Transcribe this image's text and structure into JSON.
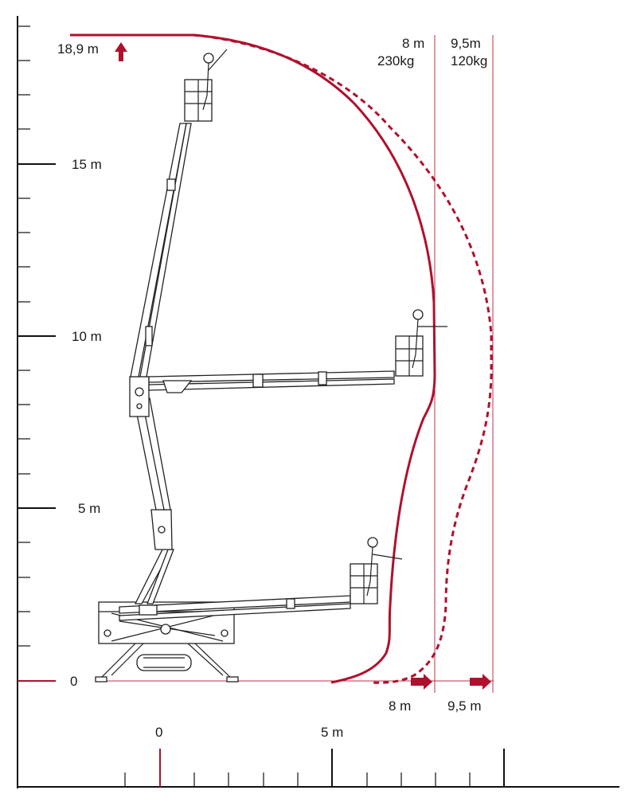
{
  "y_axis": {
    "top_label": "18,9 m",
    "labels": [
      "15 m",
      "10 m",
      "5 m",
      "0"
    ]
  },
  "x_axis": {
    "labels": [
      "0",
      "5 m"
    ]
  },
  "columns": {
    "col8": {
      "reach": "8 m",
      "load": "230kg",
      "bottom": "8 m"
    },
    "col95": {
      "reach": "9,5m",
      "load": "120kg",
      "bottom": "9,5 m"
    }
  },
  "colors": {
    "accent": "#b0102d",
    "line": "#111111"
  },
  "icons": [
    "up-arrow-icon",
    "right-arrow-icon",
    "worker-icon",
    "platform-basket-icon"
  ]
}
